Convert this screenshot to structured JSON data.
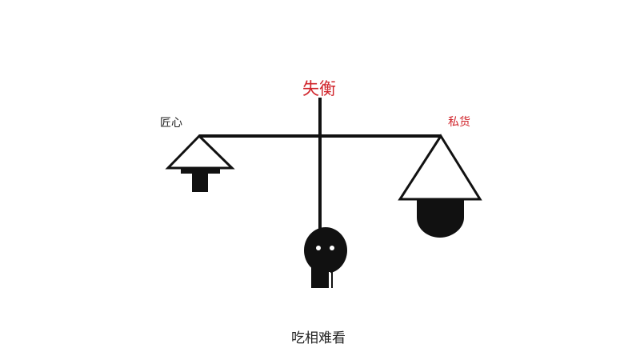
{
  "diagram": {
    "title": "失衡",
    "left_label": "匠心",
    "right_label": "私货",
    "caption": "吃相难看"
  },
  "colors": {
    "background": "#ffffff",
    "ink": "#111111",
    "accent_red": "#d0242b"
  },
  "icons": {
    "left_weight": "small-weight-icon",
    "right_weight": "large-sack-icon",
    "person": "stick-figure-icon"
  }
}
